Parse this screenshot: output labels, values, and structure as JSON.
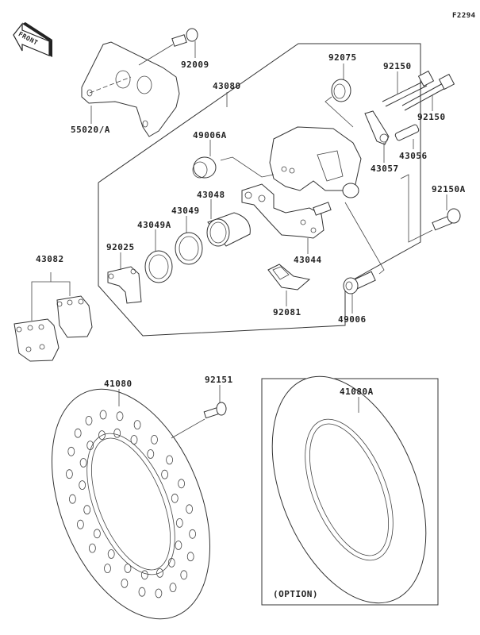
{
  "diagram": {
    "figure_id": "F2294",
    "front_arrow_label": "FRONT",
    "option_label": "(OPTION)",
    "parts": [
      {
        "id": "92009",
        "name": "bolt"
      },
      {
        "id": "55020/A",
        "name": "caliper-bracket-guard"
      },
      {
        "id": "43080",
        "name": "caliper-assembly"
      },
      {
        "id": "92075",
        "name": "boot"
      },
      {
        "id": "92150",
        "name": "pin-upper"
      },
      {
        "id": "92150",
        "name": "pin-lower"
      },
      {
        "id": "43056",
        "name": "bleed-valve"
      },
      {
        "id": "43057",
        "name": "cap"
      },
      {
        "id": "49006A",
        "name": "boot"
      },
      {
        "id": "43048",
        "name": "piston"
      },
      {
        "id": "43049",
        "name": "seal"
      },
      {
        "id": "43049A",
        "name": "seal-dust"
      },
      {
        "id": "92025",
        "name": "spring-pad"
      },
      {
        "id": "43044",
        "name": "caliper-holder"
      },
      {
        "id": "92150A",
        "name": "pin"
      },
      {
        "id": "92081",
        "name": "spring"
      },
      {
        "id": "49006",
        "name": "boot-bushing"
      },
      {
        "id": "43082",
        "name": "brake-pad-assembly"
      },
      {
        "id": "41080",
        "name": "brake-disc"
      },
      {
        "id": "92151",
        "name": "disc-bolt"
      },
      {
        "id": "41080A",
        "name": "brake-disc-option"
      }
    ]
  }
}
